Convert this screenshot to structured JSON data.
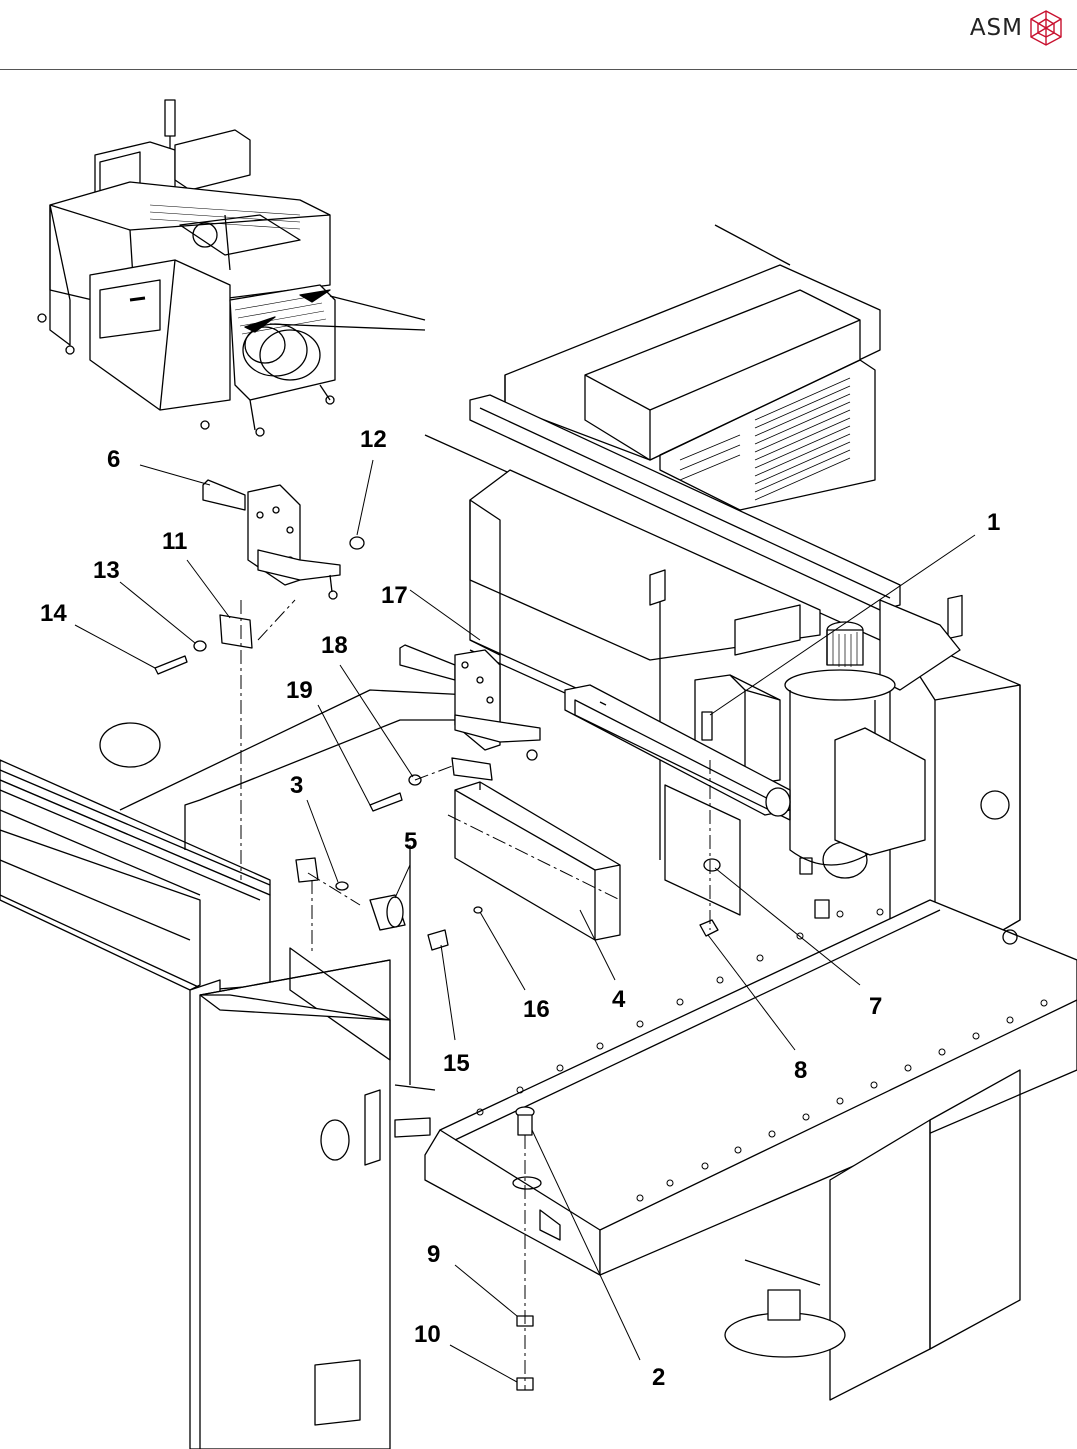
{
  "header": {
    "brand": "ASM",
    "accent_color": "#c8102e",
    "logo_icon": "cube-outline-icon"
  },
  "callouts": [
    {
      "id": "c1",
      "text": "1"
    },
    {
      "id": "c2",
      "text": "2"
    },
    {
      "id": "c3",
      "text": "3"
    },
    {
      "id": "c4",
      "text": "4"
    },
    {
      "id": "c5",
      "text": "5"
    },
    {
      "id": "c6",
      "text": "6"
    },
    {
      "id": "c7",
      "text": "7"
    },
    {
      "id": "c8",
      "text": "8"
    },
    {
      "id": "c9",
      "text": "9"
    },
    {
      "id": "c10",
      "text": "10"
    },
    {
      "id": "c11",
      "text": "11"
    },
    {
      "id": "c12",
      "text": "12"
    },
    {
      "id": "c13",
      "text": "13"
    },
    {
      "id": "c14",
      "text": "14"
    },
    {
      "id": "c15",
      "text": "15"
    },
    {
      "id": "c16",
      "text": "16"
    },
    {
      "id": "c17",
      "text": "17"
    },
    {
      "id": "c18",
      "text": "18"
    },
    {
      "id": "c19",
      "text": "19"
    }
  ]
}
